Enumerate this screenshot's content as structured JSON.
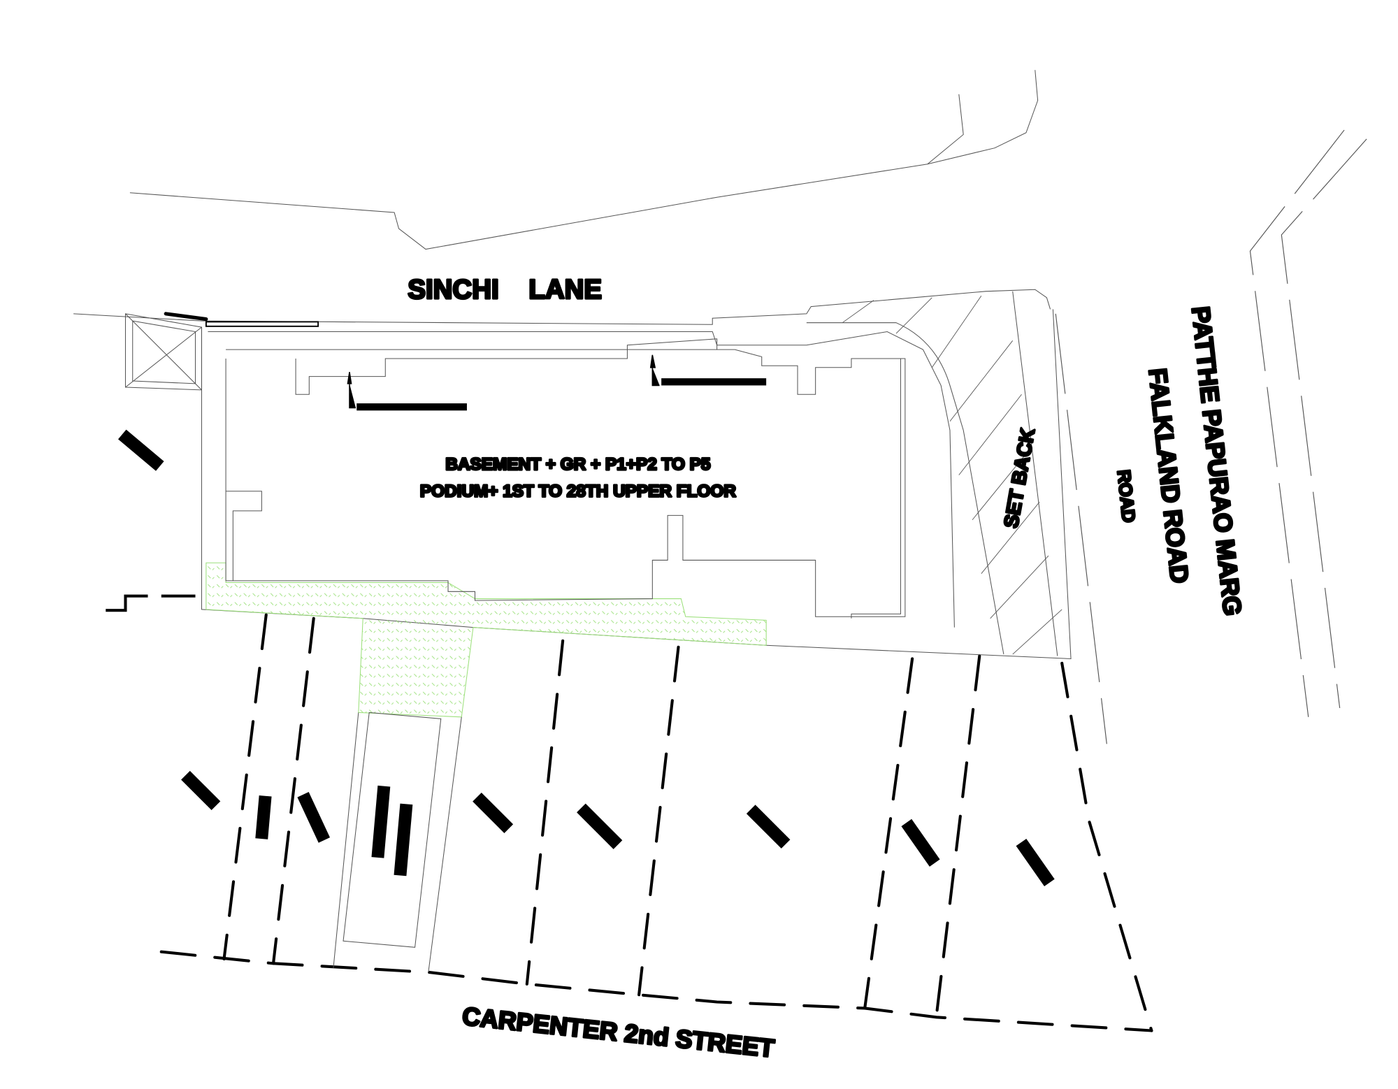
{
  "labels": {
    "top_road": "SINCHI    LANE",
    "right_road_1": "PATTHE PAPURAO MARG",
    "right_road_2": "FALKLAND ROAD",
    "right_road_3": "ROAD",
    "set_back": "SET BACK",
    "bottom_road": "CARPENTER 2nd STREET",
    "building_line_1": "BASEMENT + GR + P1+P2 TO P5",
    "building_line_2": "PODIUM+ 1ST TO 28TH UPPER FLOOR"
  },
  "colors": {
    "lines": "#000000",
    "thin_lines": "#555555",
    "open_space_hatch": "#9be07a"
  }
}
